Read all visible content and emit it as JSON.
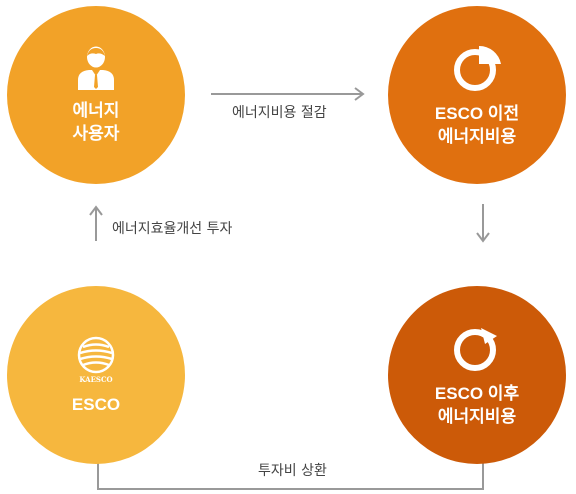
{
  "colors": {
    "user": "#f2a228",
    "before": "#e0700f",
    "esco": "#f6b73e",
    "after": "#cc5a08",
    "arrow": "#999999"
  },
  "nodes": {
    "user": {
      "label": "에너지\n사용자",
      "icon": "person-icon"
    },
    "before": {
      "label": "ESCO 이전\n에너지비용",
      "icon": "pie-chart-icon"
    },
    "esco": {
      "label": "ESCO",
      "icon": "kaesco-logo"
    },
    "after": {
      "label": "ESCO 이후\n에너지비용",
      "icon": "pie-chart-small-icon"
    }
  },
  "logo_text": "KAESCO",
  "edges": {
    "top": "에너지비용 절감",
    "left": "에너지효율개선 투자",
    "bottom": "투자비 상환"
  }
}
